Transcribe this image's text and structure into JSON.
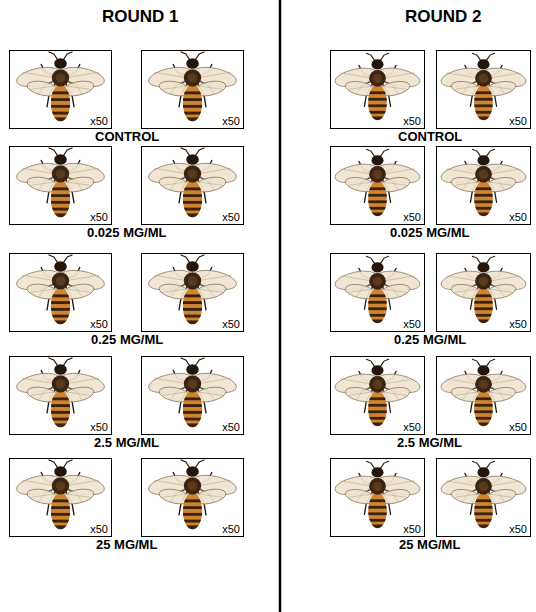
{
  "diagram": {
    "nodes": [
      {
        "text": [
          "x50"
        ]
      },
      {
        "text": [
          "x50"
        ]
      },
      {
        "text": [
          "x50"
        ]
      },
      {
        "text": [
          "x50"
        ]
      },
      {
        "text": [
          "x50"
        ]
      },
      {
        "text": [
          "x50"
        ]
      },
      {
        "text": [
          "x50"
        ]
      },
      {
        "text": [
          "x50"
        ]
      },
      {
        "text": [
          "x50"
        ]
      },
      {
        "text": [
          "x50"
        ]
      },
      {
        "text": [
          "x50"
        ]
      },
      {
        "text": [
          "x50"
        ]
      },
      {
        "text": [
          "x50"
        ]
      },
      {
        "text": [
          "x50"
        ]
      },
      {
        "text": [
          "x50"
        ]
      },
      {
        "text": [
          "x50"
        ]
      },
      {
        "text": [
          "x50"
        ]
      },
      {
        "text": [
          "x50"
        ]
      },
      {
        "text": [
          "x50"
        ]
      },
      {
        "text": [
          "x50"
        ]
      }
    ],
    "labels": [
      "ROUND 1",
      "CONTROL",
      "0.025 MG/ML",
      "0.25 MG/ML",
      "2.5 MG/ML",
      "25 MG/ML",
      "ROUND 2",
      "CONTROL",
      "0.025 MG/ML",
      "0.25 MG/ML",
      "2.5 MG/ML",
      "25 MG/ML"
    ]
  }
}
